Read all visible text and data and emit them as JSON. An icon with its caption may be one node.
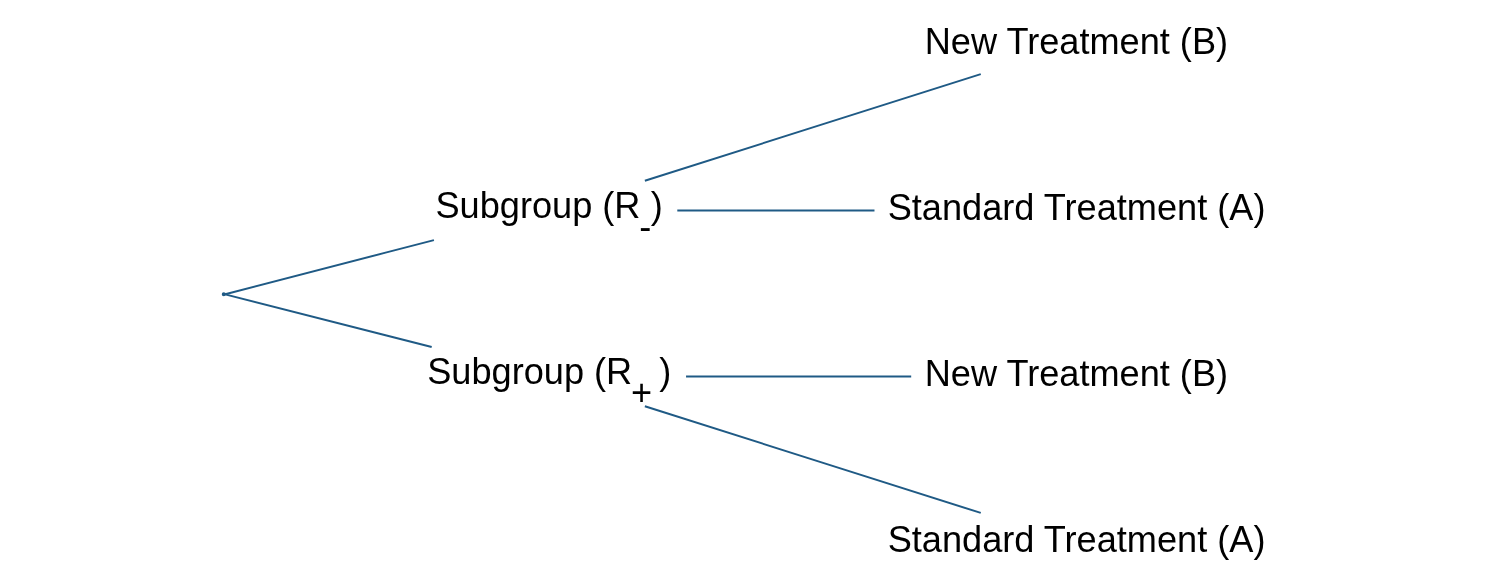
{
  "diagram": {
    "nodes": [
      {
        "text": [],
        "shape": "point"
      },
      {
        "text": [
          "Subgroup (R$_{-}$)"
        ]
      },
      {
        "text": [
          "New Treatment (B)"
        ]
      },
      {
        "text": [
          "Standard Treatment (A)"
        ]
      },
      {
        "text": [
          "Subgroup (R$_{+}$ )"
        ]
      },
      {
        "text": [
          "New Treatment (B)"
        ]
      },
      {
        "text": [
          "Standard Treatment (A)"
        ]
      }
    ],
    "edges": [
      {
        "from": 0,
        "to": 1,
        "arrow": "none"
      },
      {
        "from": 0,
        "to": 4,
        "arrow": "none"
      },
      {
        "from": 1,
        "to": 2,
        "arrow": "none"
      },
      {
        "from": 1,
        "to": 3,
        "arrow": "none"
      },
      {
        "from": 4,
        "to": 5,
        "arrow": "none"
      },
      {
        "from": 4,
        "to": 6,
        "arrow": "none"
      }
    ]
  }
}
